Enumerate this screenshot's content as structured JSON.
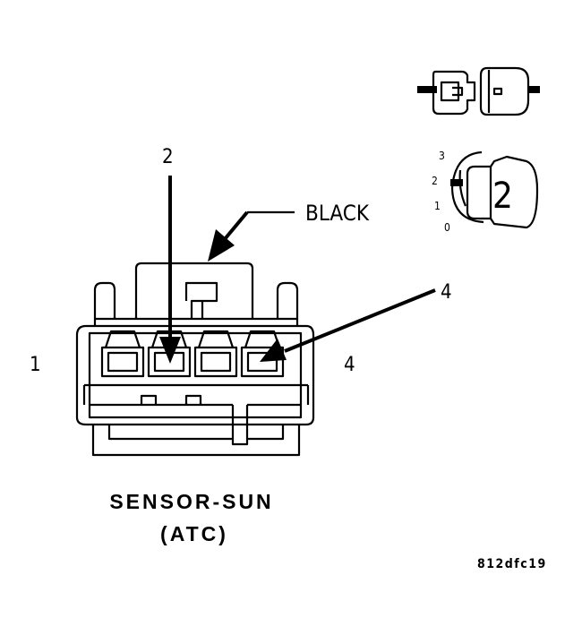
{
  "diagram": {
    "title_line1": "SENSOR-SUN",
    "title_line2": "(ATC)",
    "figure_id": "812dfc19",
    "color_callout": "BLACK",
    "pin_callout_left": "2",
    "pin_callout_right": "4",
    "cavity_label_left": "1",
    "cavity_label_right": "4",
    "position_indicator": {
      "positions": [
        "3",
        "2",
        "1",
        "0"
      ],
      "selected": "2"
    }
  }
}
